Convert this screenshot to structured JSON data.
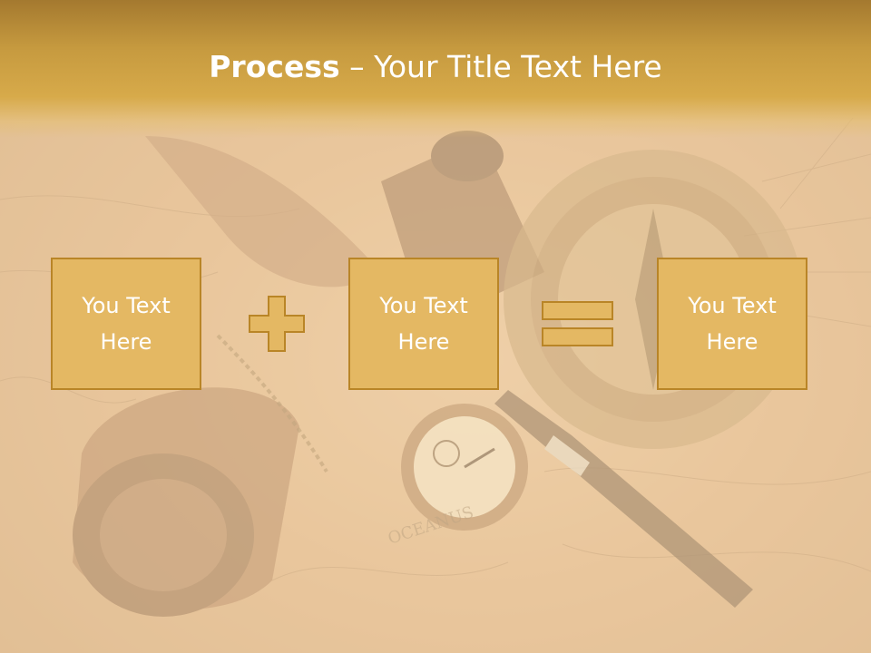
{
  "slide": {
    "title_bold": "Process",
    "title_rest": " – Your Title Text Here",
    "boxes": [
      {
        "text": "You Text Here"
      },
      {
        "text": "You Text Here"
      },
      {
        "text": "You Text Here"
      }
    ],
    "operators": [
      "plus-icon",
      "equals-icon"
    ]
  },
  "colors": {
    "title_bar": "#c69a3f",
    "box_fill": "#e4b863",
    "box_border": "#b98527",
    "operator_fill": "#e4b863",
    "text": "#ffffff"
  }
}
